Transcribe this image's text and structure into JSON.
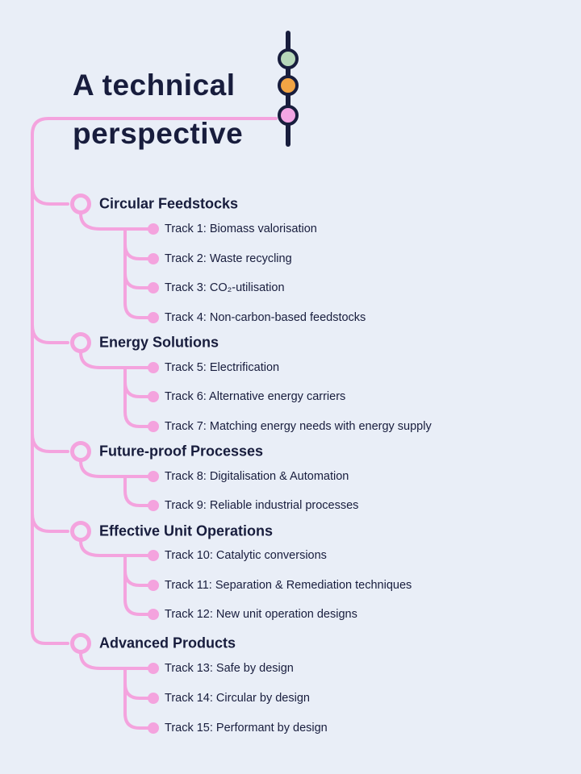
{
  "title": {
    "line1": "A technical",
    "line2": "perspective"
  },
  "decoration": {
    "dots": [
      "#b7d8ba",
      "#f2a444",
      "#f2a6e4"
    ]
  },
  "colors": {
    "background": "#e9eef7",
    "text": "#181d3d",
    "pink": "#f4a3de"
  },
  "tree": {
    "categories": [
      {
        "label": "Circular Feedstocks",
        "tracks": [
          "Track 1: Biomass valorisation",
          "Track 2: Waste recycling",
          "Track 3: CO₂-utilisation",
          "Track 4: Non-carbon-based feedstocks"
        ]
      },
      {
        "label": "Energy Solutions",
        "tracks": [
          "Track 5: Electrification",
          "Track 6: Alternative energy carriers",
          "Track 7: Matching energy needs with energy supply"
        ]
      },
      {
        "label": "Future-proof Processes",
        "tracks": [
          "Track 8: Digitalisation & Automation",
          "Track 9: Reliable industrial processes"
        ]
      },
      {
        "label": "Effective Unit Operations",
        "tracks": [
          "Track 10: Catalytic conversions",
          "Track 11: Separation & Remediation techniques",
          "Track 12: New unit operation designs"
        ]
      },
      {
        "label": "Advanced Products",
        "tracks": [
          "Track 13: Safe by design",
          "Track 14: Circular by design",
          "Track 15: Performant by design"
        ]
      }
    ]
  }
}
